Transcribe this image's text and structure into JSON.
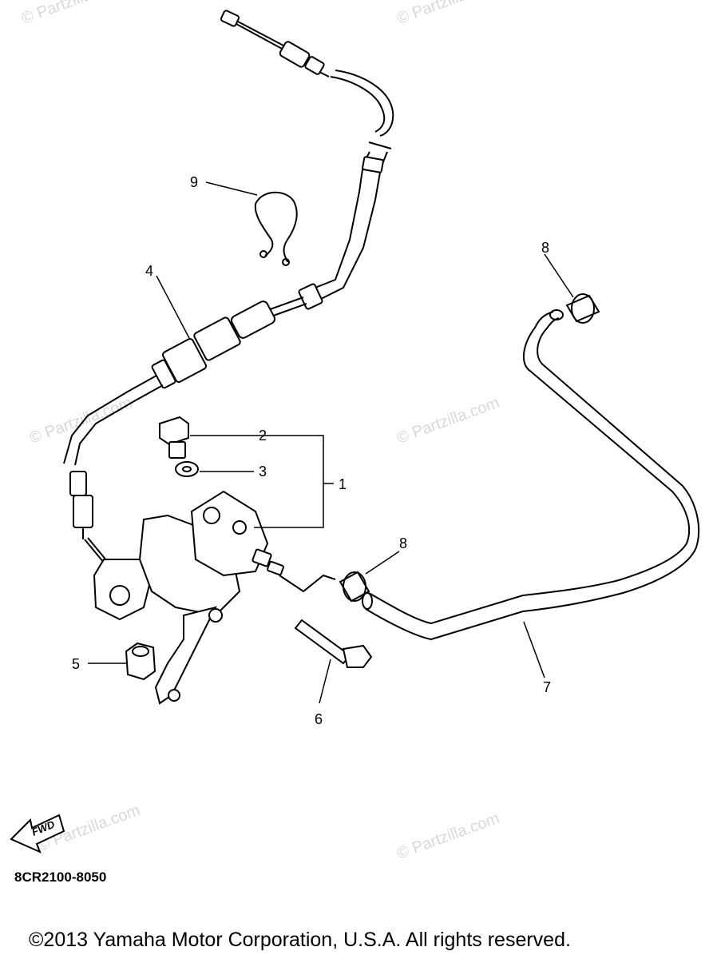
{
  "diagram": {
    "callouts": {
      "c1": "1",
      "c2": "2",
      "c3": "3",
      "c4": "4",
      "c5": "5",
      "c6": "6",
      "c7": "7",
      "c8a": "8",
      "c8b": "8",
      "c9": "9"
    },
    "fwd_label": "FWD",
    "watermark": "© Partzilla.com",
    "part_code": "8CR2100-8050",
    "copyright": "©2013  Yamaha Motor Corporation, U.S.A. All rights reserved."
  }
}
